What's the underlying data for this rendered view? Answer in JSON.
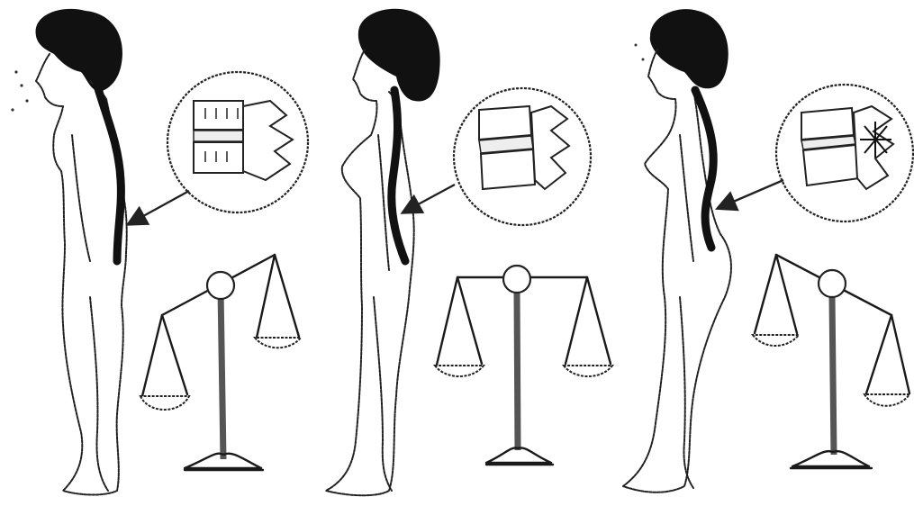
{
  "figure": {
    "panels": [
      {
        "id": "panel-1",
        "posture": "slouched",
        "balance": "tilted-left"
      },
      {
        "id": "panel-2",
        "posture": "upright",
        "balance": "level"
      },
      {
        "id": "panel-3",
        "posture": "swayback",
        "balance": "tilted-right"
      }
    ]
  }
}
